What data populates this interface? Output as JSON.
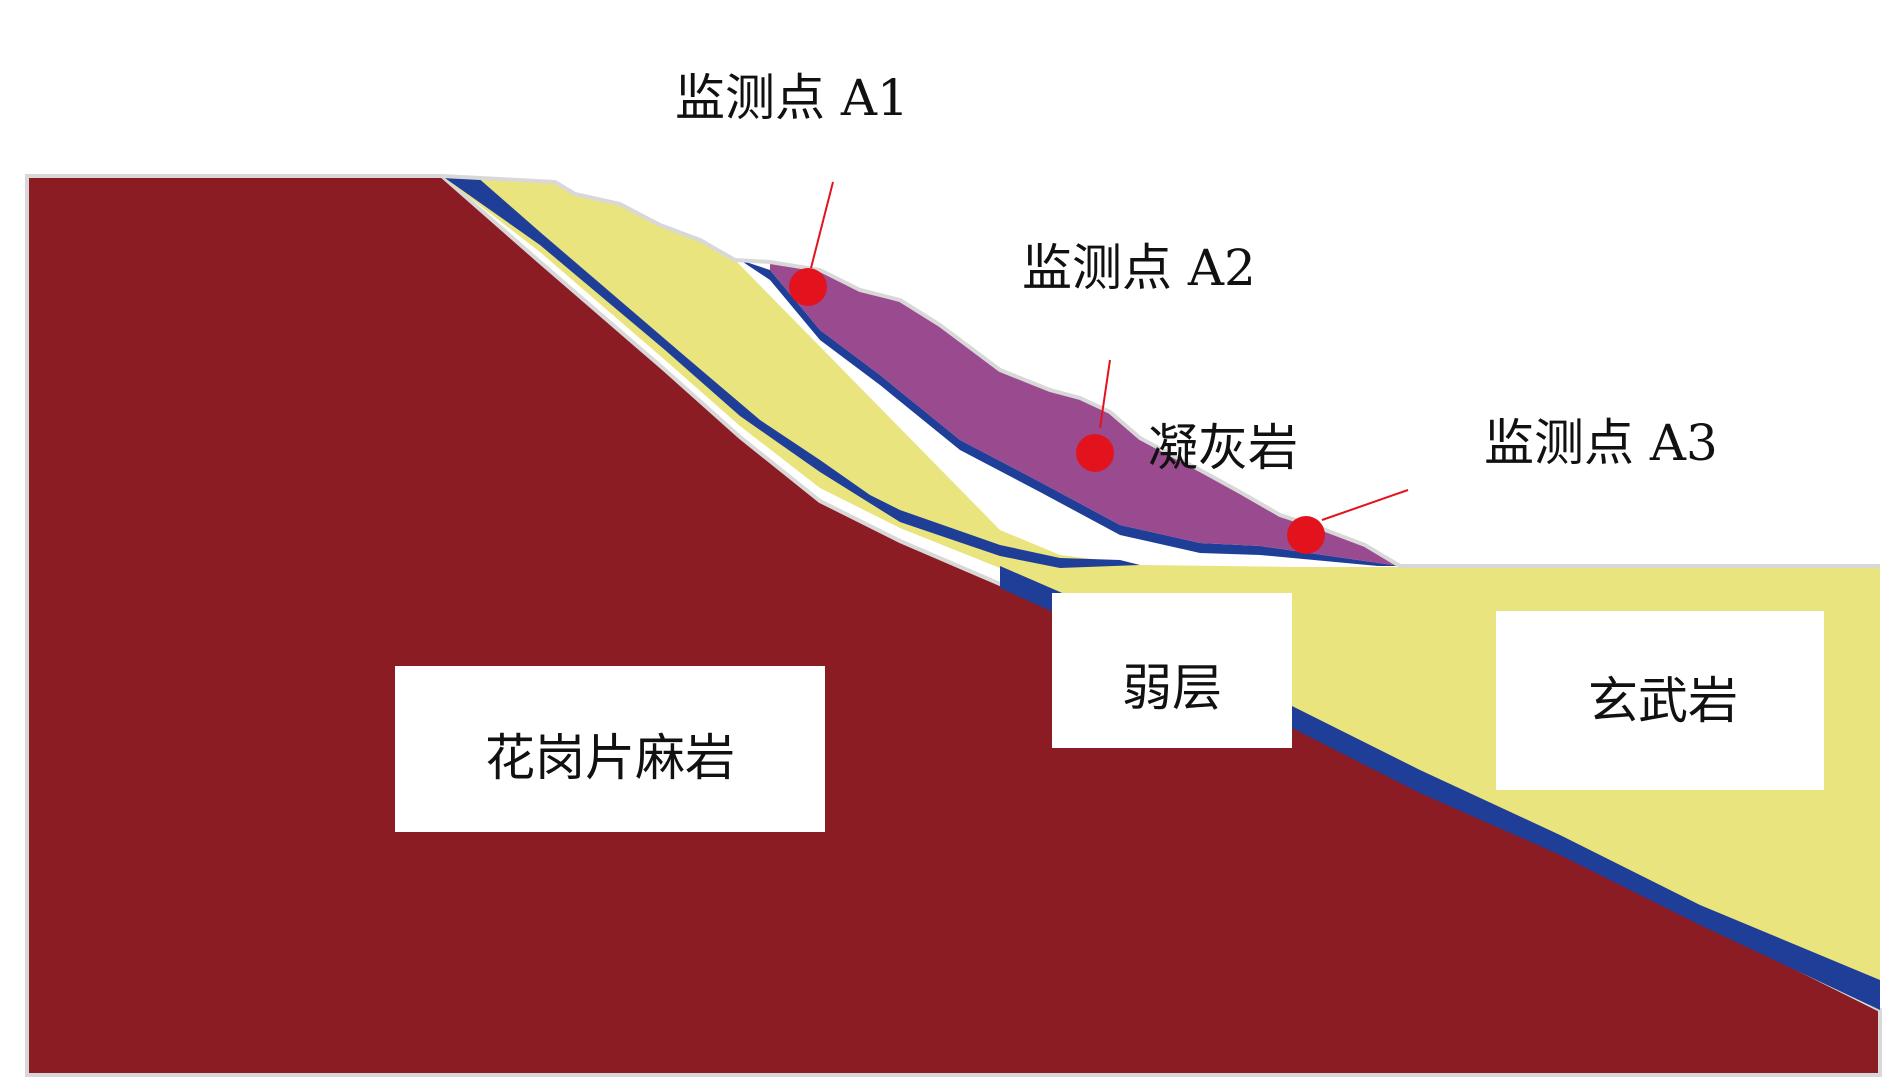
{
  "diagram": {
    "monitor_points": [
      {
        "label": "监测点 A1"
      },
      {
        "label": "监测点 A2"
      },
      {
        "label": "监测点 A3"
      }
    ],
    "layers": {
      "granite_gneiss": "花岗片麻岩",
      "weak_layer": "弱层",
      "basalt": "玄武岩",
      "tuff": "凝灰岩"
    },
    "colors": {
      "granite_gneiss": "#8b1c24",
      "basalt": "#e9e47e",
      "weak_layer": "#1f3e97",
      "tuff": "#9a4a8f",
      "monitor_point": "#e3131d",
      "outline": "#d8d8d8"
    }
  }
}
